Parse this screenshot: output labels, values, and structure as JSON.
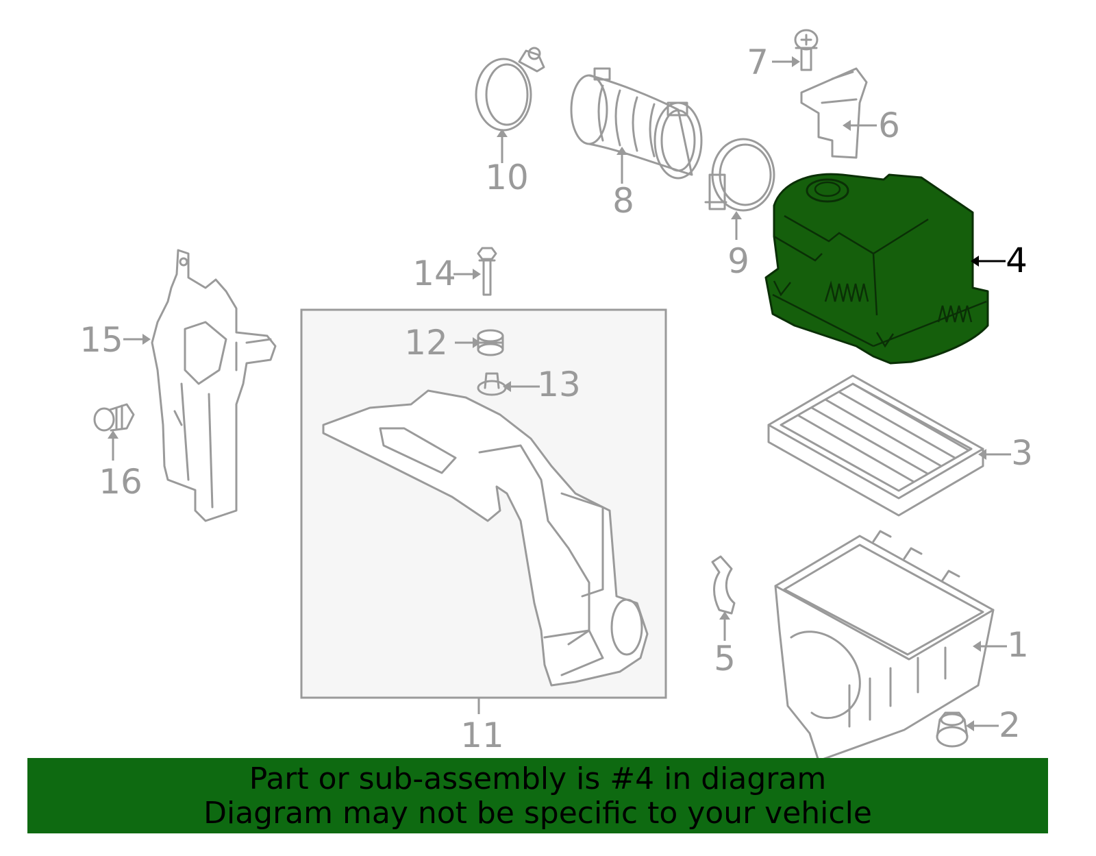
{
  "colors": {
    "highlight": "#155f0c",
    "banner": "#0e6a11",
    "part_stroke": "#9a9a9a",
    "active_label": "#000000"
  },
  "diagram": {
    "highlighted_part": "4",
    "callouts": [
      {
        "id": "1",
        "label": "1"
      },
      {
        "id": "2",
        "label": "2"
      },
      {
        "id": "3",
        "label": "3"
      },
      {
        "id": "4",
        "label": "4"
      },
      {
        "id": "5",
        "label": "5"
      },
      {
        "id": "6",
        "label": "6"
      },
      {
        "id": "7",
        "label": "7"
      },
      {
        "id": "8",
        "label": "8"
      },
      {
        "id": "9",
        "label": "9"
      },
      {
        "id": "10",
        "label": "10"
      },
      {
        "id": "11",
        "label": "11"
      },
      {
        "id": "12",
        "label": "12"
      },
      {
        "id": "13",
        "label": "13"
      },
      {
        "id": "14",
        "label": "14"
      },
      {
        "id": "15",
        "label": "15"
      },
      {
        "id": "16",
        "label": "16"
      }
    ]
  },
  "banner": {
    "line1": "Part or sub-assembly is #4 in diagram",
    "line2": "Diagram may not be specific to your vehicle"
  }
}
